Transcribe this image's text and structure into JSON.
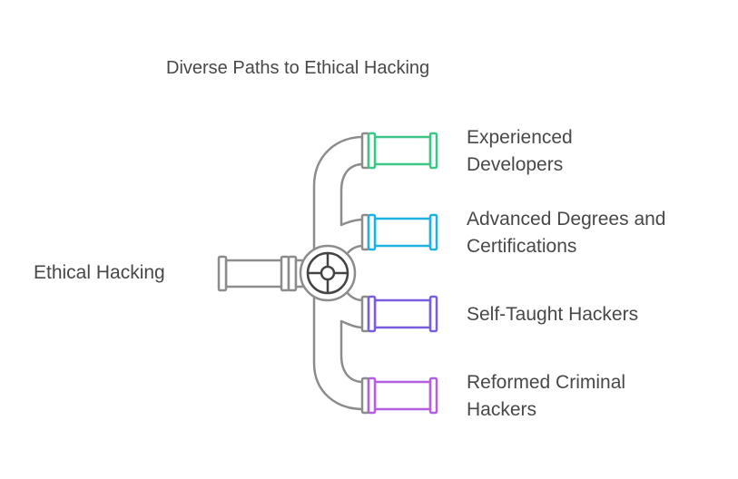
{
  "title": "Diverse Paths to Ethical Hacking",
  "source": {
    "label": "Ethical Hacking"
  },
  "branches": [
    {
      "label_line1": "Experienced",
      "label_line2": "Developers",
      "color": "#3cc586"
    },
    {
      "label_line1": "Advanced Degrees and",
      "label_line2": "Certifications",
      "color": "#1eb2e2"
    },
    {
      "label_line1": "Self-Taught Hackers",
      "label_line2": "",
      "color": "#7a5de0"
    },
    {
      "label_line1": "Reformed Criminal",
      "label_line2": "Hackers",
      "color": "#b45ee0"
    }
  ],
  "colors": {
    "pipe": "#8c8c8c",
    "valve": "#444444"
  }
}
